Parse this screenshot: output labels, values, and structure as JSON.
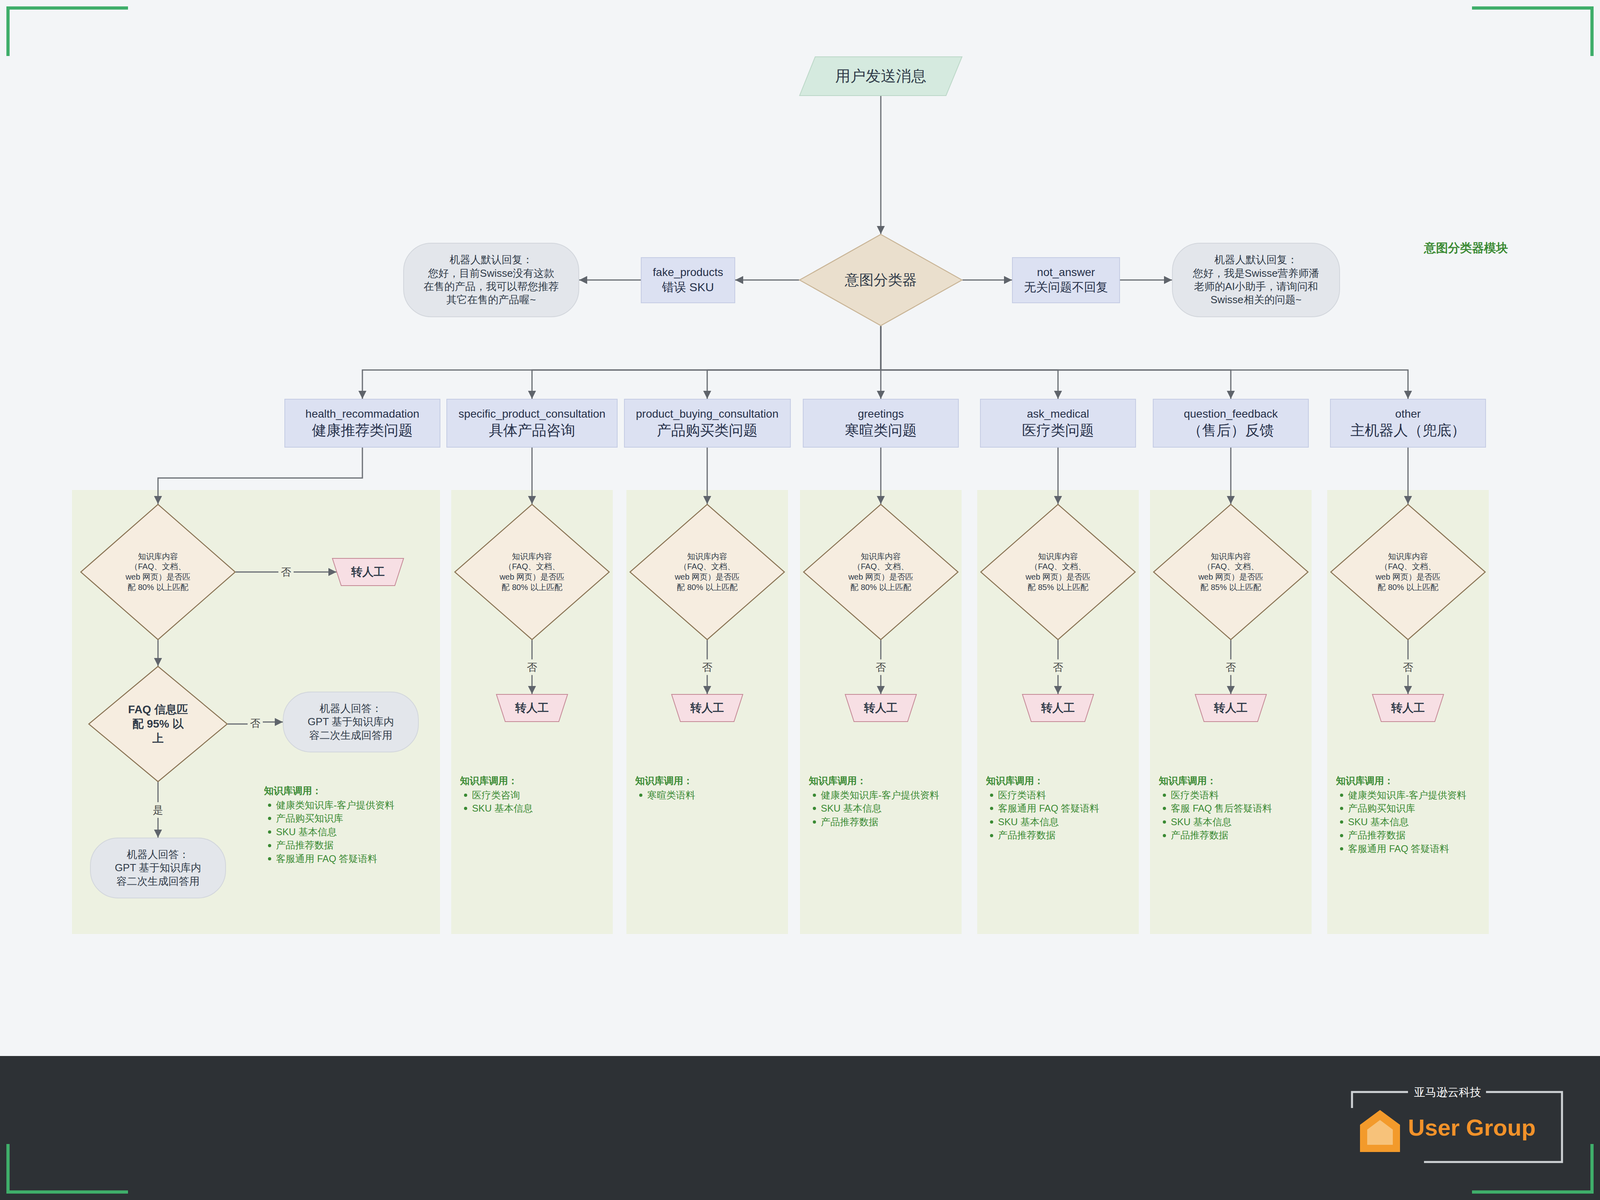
{
  "diagram": {
    "nodes": [
      {
        "text": [
          "用户发送消息"
        ]
      },
      {
        "text": [
          "机器人默认回复：",
          "您好，目前Swisse没有这款在售的产品，我可以帮您推荐其它在售的产品喔~"
        ]
      },
      {
        "text": [
          "fake_products",
          "错误 SKU"
        ]
      },
      {
        "text": [
          "意图分类器"
        ]
      },
      {
        "text": [
          "not_answer",
          "无关问题不回复"
        ]
      },
      {
        "text": [
          "机器人默认回复：",
          "您好，我是Swisse营养师潘老师的AI小助手，请询问和Swisse相关的问题~"
        ]
      },
      {
        "text": [
          "health_recommadation",
          "健康推荐类问题"
        ]
      },
      {
        "text": [
          "specific_product_consultation",
          "具体产品咨询"
        ]
      },
      {
        "text": [
          "product_buying_consultation",
          "产品购买类问题"
        ]
      },
      {
        "text": [
          "greetings",
          "寒暄类问题"
        ]
      },
      {
        "text": [
          "ask_medical",
          "医疗类问题"
        ]
      },
      {
        "text": [
          "question_feedback",
          "（售后）反馈"
        ]
      },
      {
        "text": [
          "other",
          "主机器人（兜底）"
        ]
      },
      {
        "text": [
          "知识库内容（FAQ、文档、web 网页）是否匹配 80% 以上匹配"
        ]
      },
      {
        "text": [
          "转人工"
        ]
      },
      {
        "text": [
          "FAQ 信息匹配 95% 以上"
        ]
      },
      {
        "text": [
          "机器人回答：",
          "GPT 基于知识库内容二次生成回答用"
        ]
      },
      {
        "text": [
          "机器人回答：",
          "GPT 基于知识库内容二次生成回答用"
        ]
      },
      {
        "text": [
          "知识库内容（FAQ、文档、web 网页）是否匹配 80% 以上匹配"
        ]
      },
      {
        "text": [
          "转人工"
        ]
      },
      {
        "text": [
          "知识库内容（FAQ、文档、web 网页）是否匹配 80% 以上匹配"
        ]
      },
      {
        "text": [
          "转人工"
        ]
      },
      {
        "text": [
          "知识库内容（FAQ、文档、web 网页）是否匹配 80% 以上匹配"
        ]
      },
      {
        "text": [
          "转人工"
        ]
      },
      {
        "text": [
          "知识库内容（FAQ、文档、web 网页）是否匹配 85% 以上匹配"
        ]
      },
      {
        "text": [
          "转人工"
        ]
      },
      {
        "text": [
          "知识库内容（FAQ、文档、web 网页）是否匹配 85% 以上匹配"
        ]
      },
      {
        "text": [
          "转人工"
        ]
      },
      {
        "text": [
          "知识库内容（FAQ、文档、web 网页）是否匹配 80% 以上匹配"
        ]
      },
      {
        "text": [
          "转人工"
        ]
      }
    ],
    "edges": [
      {
        "from": 0,
        "to": 3,
        "arrow": "to"
      },
      {
        "from": 3,
        "to": 2,
        "arrow": "to"
      },
      {
        "from": 2,
        "to": 1,
        "arrow": "to"
      },
      {
        "from": 3,
        "to": 4,
        "arrow": "to"
      },
      {
        "from": 4,
        "to": 5,
        "arrow": "to"
      },
      {
        "from": 3,
        "to": 6,
        "arrow": "to"
      },
      {
        "from": 3,
        "to": 7,
        "arrow": "to"
      },
      {
        "from": 3,
        "to": 8,
        "arrow": "to"
      },
      {
        "from": 3,
        "to": 9,
        "arrow": "to"
      },
      {
        "from": 3,
        "to": 10,
        "arrow": "to"
      },
      {
        "from": 3,
        "to": 11,
        "arrow": "to"
      },
      {
        "from": 3,
        "to": 12,
        "arrow": "to"
      },
      {
        "from": 6,
        "to": 13,
        "arrow": "to"
      },
      {
        "from": 13,
        "to": 14,
        "label": "否",
        "arrow": "to"
      },
      {
        "from": 13,
        "to": 15,
        "arrow": "to"
      },
      {
        "from": 15,
        "to": 16,
        "label": "否",
        "arrow": "to"
      },
      {
        "from": 15,
        "to": 17,
        "label": "是",
        "arrow": "to"
      },
      {
        "from": 7,
        "to": 18,
        "arrow": "to"
      },
      {
        "from": 18,
        "to": 19,
        "label": "否",
        "arrow": "to"
      },
      {
        "from": 8,
        "to": 20,
        "arrow": "to"
      },
      {
        "from": 20,
        "to": 21,
        "label": "否",
        "arrow": "to"
      },
      {
        "from": 9,
        "to": 22,
        "arrow": "to"
      },
      {
        "from": 22,
        "to": 23,
        "label": "否",
        "arrow": "to"
      },
      {
        "from": 10,
        "to": 24,
        "arrow": "to"
      },
      {
        "from": 24,
        "to": 25,
        "label": "否",
        "arrow": "to"
      },
      {
        "from": 11,
        "to": 26,
        "arrow": "to"
      },
      {
        "from": 26,
        "to": 27,
        "label": "否",
        "arrow": "to"
      },
      {
        "from": 12,
        "to": 28,
        "arrow": "to"
      },
      {
        "from": 28,
        "to": 29,
        "label": "否",
        "arrow": "to"
      }
    ],
    "labels": [
      "意图分类器模块",
      "知识库调用：",
      "健康类知识库-客户提供资料",
      "产品购买知识库",
      "SKU 基本信息",
      "产品推荐数据",
      "客服通用 FAQ 答疑语料",
      "知识库调用：",
      "医疗类咨询",
      "SKU 基本信息",
      "知识库调用：",
      "寒暄类语料",
      "知识库调用：",
      "健康类知识库-客户提供资料",
      "SKU 基本信息",
      "产品推荐数据",
      "知识库调用：",
      "医疗类语料",
      "客服通用 FAQ 答疑语料",
      "SKU 基本信息",
      "产品推荐数据",
      "知识库调用：",
      "医疗类语料",
      "客服 FAQ 售后答疑语料",
      "SKU 基本信息",
      "产品推荐数据",
      "知识库调用：",
      "健康类知识库-客户提供资料",
      "产品购买知识库",
      "SKU 基本信息",
      "产品推荐数据",
      "客服通用 FAQ 答疑语料",
      "亚马逊云科技",
      "User Group"
    ]
  }
}
